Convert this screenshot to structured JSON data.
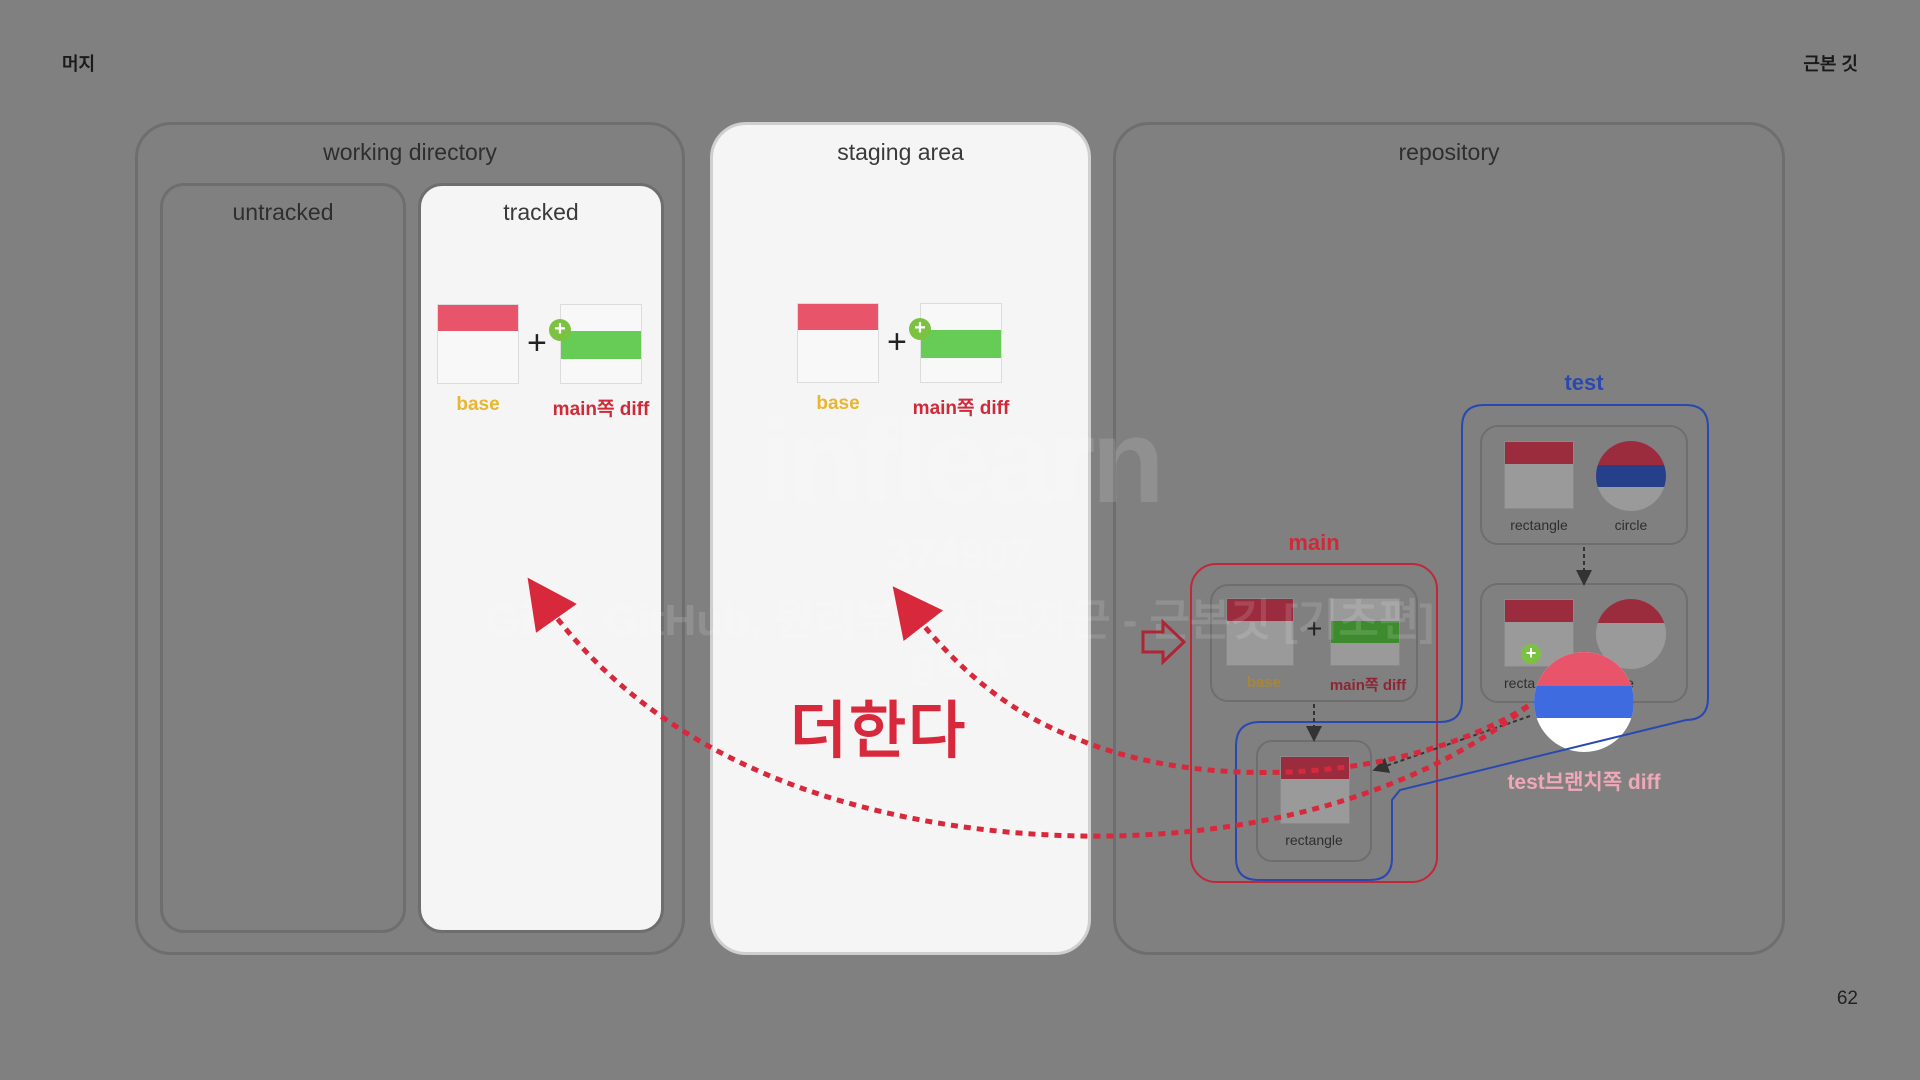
{
  "header": {
    "left": "머지",
    "right": "근본 깃"
  },
  "footer": {
    "page_number": "62"
  },
  "working_directory": {
    "title": "working directory",
    "untracked": {
      "title": "untracked"
    },
    "tracked": {
      "title": "tracked",
      "base_label": "base",
      "diff_label": "main쪽 diff"
    }
  },
  "staging_area": {
    "title": "staging area",
    "base_label": "base",
    "diff_label": "main쪽 diff"
  },
  "repository": {
    "title": "repository",
    "main_branch": {
      "label": "main",
      "base_label": "base",
      "diff_label": "main쪽 diff",
      "rectangle_label": "rectangle"
    },
    "test_branch": {
      "label": "test",
      "top_rectangle_label": "rectangle",
      "top_circle_label": "circle",
      "bottom_rectangle_label": "recta",
      "bottom_circle_label": "cle"
    },
    "test_diff_label": "test브랜치쪽 diff"
  },
  "annotation": {
    "text": "더한다"
  },
  "watermark": {
    "brand": "inflearn",
    "id": "374907",
    "course": "Git & GitHub, 원리부터 차근차근 - 근본깃 [기초편]",
    "user": "geek"
  },
  "colors": {
    "background": "#808080",
    "red_bar": "#e8546a",
    "green_bar": "#66cc55",
    "plus_badge": "#7cc242",
    "arrow_red": "#d8283c",
    "main_outline": "#c0283a",
    "test_outline": "#2a49b0",
    "blue_stripe": "#3e6be0"
  }
}
